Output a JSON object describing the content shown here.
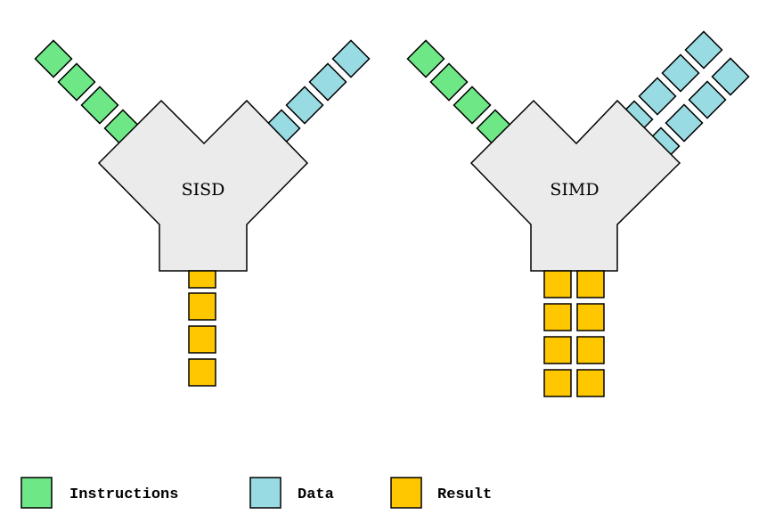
{
  "colors": {
    "instructions": "#6ee886",
    "data": "#99dbe3",
    "result": "#ffc700",
    "body": "#ebebeb"
  },
  "diagrams": [
    {
      "name": "SISD",
      "label": "SISD",
      "instruction_streams": 1,
      "instruction_blocks": 4,
      "data_streams": 1,
      "data_blocks": 4,
      "result_streams": 1,
      "result_blocks": 4
    },
    {
      "name": "SIMD",
      "label": "SIMD",
      "instruction_streams": 1,
      "instruction_blocks": 4,
      "data_streams": 2,
      "data_blocks": 4,
      "result_streams": 2,
      "result_blocks": 4
    }
  ],
  "legend": [
    {
      "key": "instructions",
      "label": "Instructions",
      "icon": "green-square-icon"
    },
    {
      "key": "data",
      "label": "Data",
      "icon": "cyan-square-icon"
    },
    {
      "key": "result",
      "label": "Result",
      "icon": "yellow-square-icon"
    }
  ]
}
